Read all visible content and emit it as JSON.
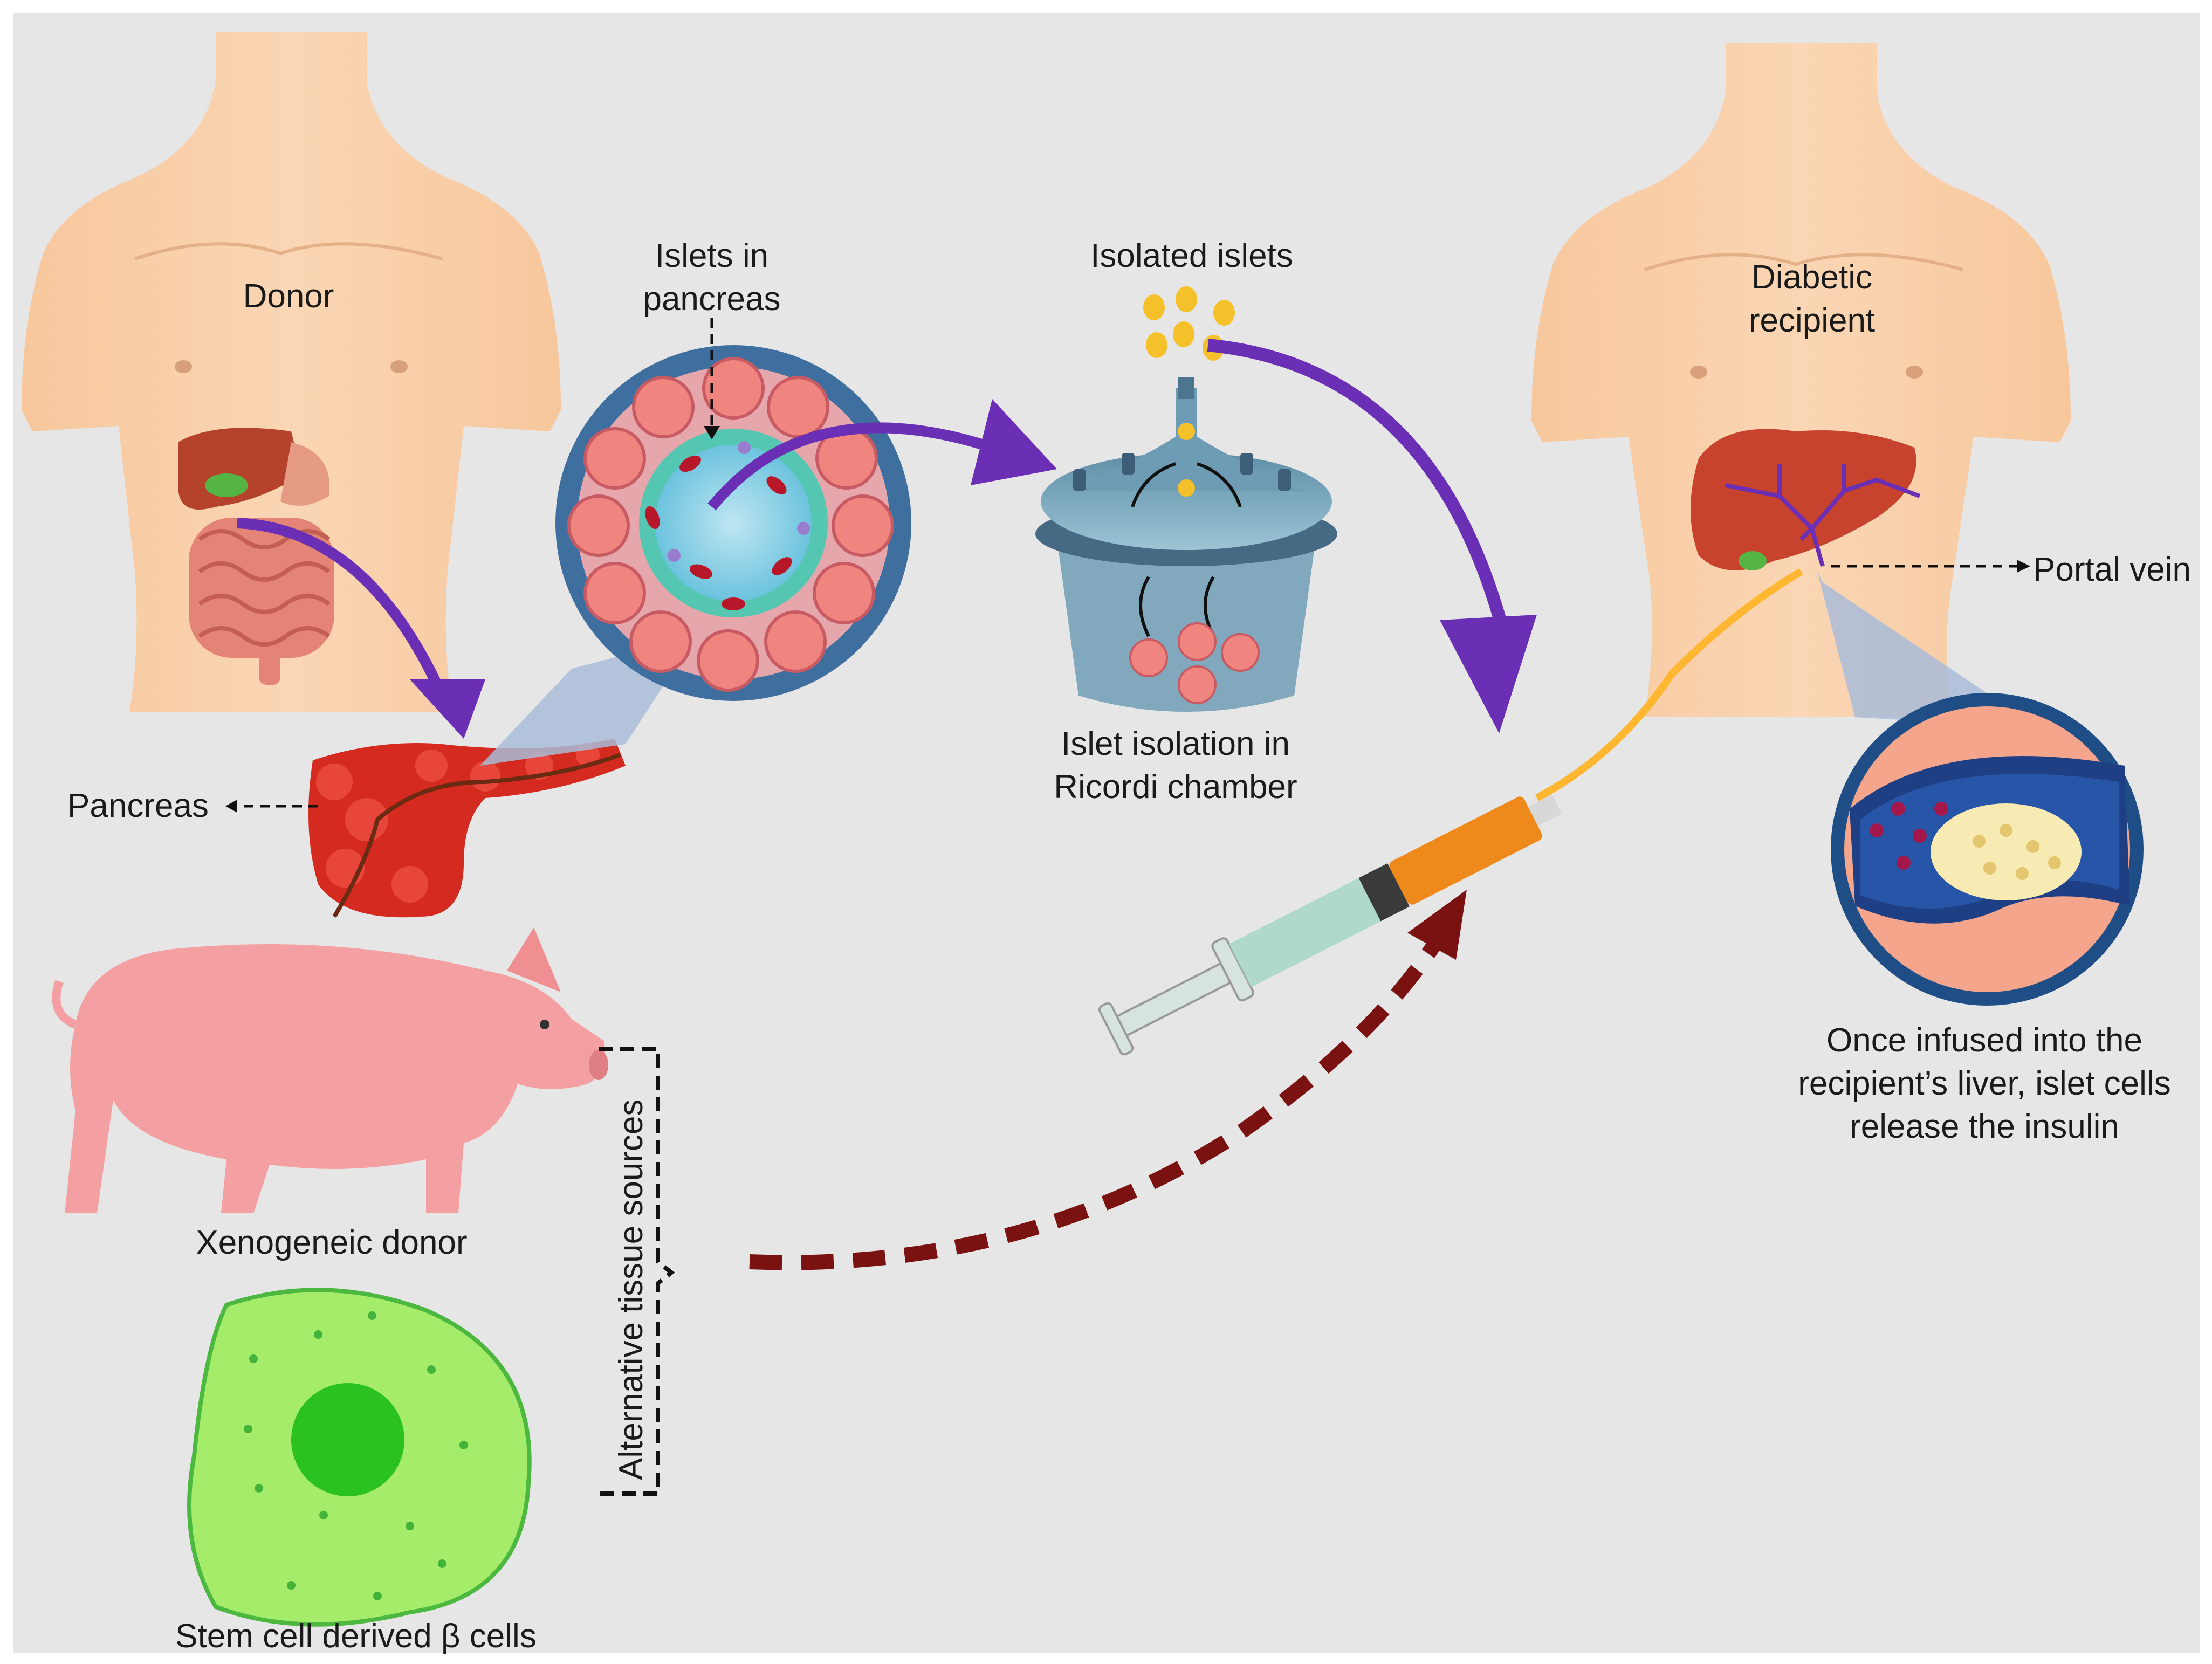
{
  "labels": {
    "donor": "Donor",
    "islets_in_pancreas_line1": "Islets in",
    "islets_in_pancreas_line2": "pancreas",
    "isolated_islets": "Isolated islets",
    "diabetic_recipient_line1": "Diabetic",
    "diabetic_recipient_line2": "recipient",
    "portal_vein": "Portal vein",
    "pancreas": "Pancreas",
    "ricordi_line1": "Islet isolation in",
    "ricordi_line2": "Ricordi chamber",
    "infusion_line1": "Once infused into the",
    "infusion_line2": "recipient’s liver, islet cells",
    "infusion_line3": "release the insulin",
    "xenogeneic_donor": "Xenogeneic donor",
    "alternative_sources": "Alternative tissue sources",
    "stem_cell": "Stem cell derived β cells"
  },
  "colors": {
    "background": "#e6e6e6",
    "skin": "#f9cfa7",
    "flow_arrow": "#6a2fb5",
    "alt_arrow": "#7a1212",
    "pancreas": "#d42a1f",
    "liver": "#c8432e",
    "islet": "#f5c12a",
    "stem_cell": "#a5ec6a",
    "pig": "#f4a0a2",
    "syringe_barrel": "#ee8a1c"
  }
}
